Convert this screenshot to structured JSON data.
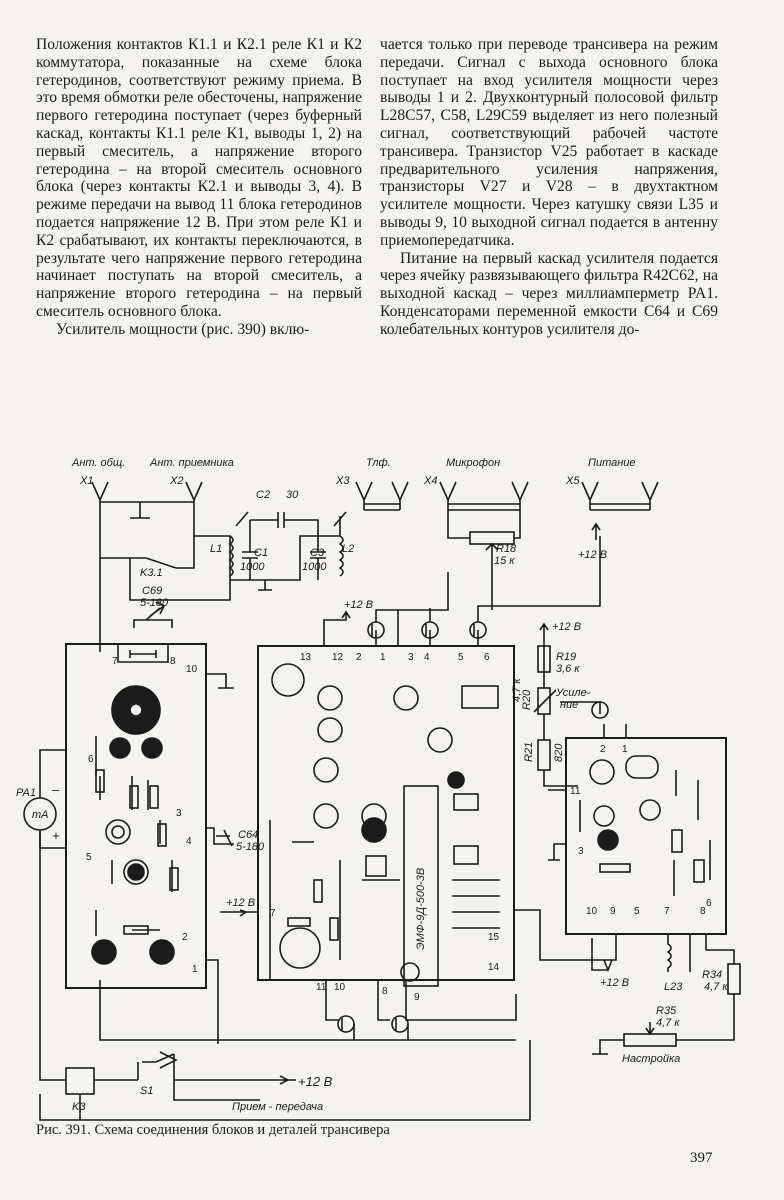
{
  "left_column": [
    "Положения контактов К1.1 и К2.1 реле К1 и К2 коммутатора, показанные на схеме блока гетеродинов, соответствуют режиму приема. В это время обмотки реле обесточены, напряжение первого гетеродина поступает (через буферный каскад, контакты К1.1 реле К1, выводы 1, 2) на первый смеситель, а напряжение второго гетеродина – на второй смеситель основного блока (через контакты К2.1 и выводы 3, 4). В режиме передачи на вывод 11 блока гетеродинов подается напряжение 12 В. При этом реле К1 и К2 срабатывают, их контакты переключаются, в результате чего напряжение первого гетеродина начинает поступать на второй смеситель, а напряжение второго гетеродина – на первый смеситель основного блока.",
    "Усилитель мощности (рис. 390) вклю-"
  ],
  "right_column": [
    "чается только при переводе трансивера на режим передачи. Сигнал с выхода основного блока поступает на вход усилителя мощности через выводы 1 и 2. Двухконтурный полосовой фильтр L28C57, C58, L29C59 выделяет из него полезный сигнал, соответствующий рабочей частоте трансивера. Транзистор V25 работает в каскаде предварительного усиления напряжения, транзисторы V27 и V28 – в двухтактном усилителе мощности. Через катушку связи L35 и выводы 9, 10 выходной сигнал подается в антенну приемопередатчика.",
    "Питание на первый каскад усилителя подается через ячейку развязывающего фильтра R42C62, на выходной каскад – через миллиамперметр PA1. Конденсаторами переменной емкости C64 и C69 колебательных контуров усилителя до-"
  ],
  "figure": {
    "connectors": {
      "x1": "X1",
      "x1_label": "Ант. общ.",
      "x2": "X2",
      "x2_label": "Ант. приемника",
      "x3": "X3",
      "x3_label": "Тлф.",
      "x4": "X4",
      "x4_label": "Микрофон",
      "x5": "X5",
      "x5_label": "Питание"
    },
    "components": {
      "c2": "C2",
      "c2_val": "30",
      "l1": "L1",
      "l2": "L2",
      "c1": "C1",
      "c1_val": "1000",
      "c3": "C3",
      "c3_val": "1000",
      "k31": "K3.1",
      "r18": "R18",
      "r18_val": "15 к",
      "c69": "C69",
      "c69_val": "5-180",
      "pa1": "PA1",
      "ma": "mA",
      "c64": "C64",
      "c64_val": "5-180",
      "r19": "R19",
      "r19_val": "3,6 к",
      "r20": "R20",
      "r20_val": "4,7 к",
      "r21": "R21",
      "r21_val": "820",
      "usil": "Усиле-",
      "usil2": "ние",
      "l23": "L23",
      "r34": "R34",
      "r34_val": "4,7 к",
      "r35": "R35",
      "r35_val": "4,7 к",
      "nastr": "Настройка",
      "emf": "ЭМФ-9Д-500-3В",
      "k3": "K3",
      "s1": "S1",
      "mode": "Прием - передача"
    },
    "supply": "+12 В",
    "pins_pa": [
      "7",
      "8",
      "10",
      "6",
      "5",
      "3",
      "4",
      "2",
      "1"
    ],
    "pins_main": [
      "13",
      "12",
      "2",
      "1",
      "3",
      "4",
      "5",
      "6",
      "7",
      "15",
      "14",
      "11",
      "10",
      "8",
      "9"
    ],
    "pins_het": [
      "2",
      "1",
      "11",
      "3",
      "10",
      "9",
      "5",
      "7",
      "8",
      "6"
    ],
    "signs": {
      "minus": "–",
      "plus": "+"
    }
  },
  "caption": "Рис. 391. Схема соединения блоков и деталей трансивера",
  "page_number": "397"
}
